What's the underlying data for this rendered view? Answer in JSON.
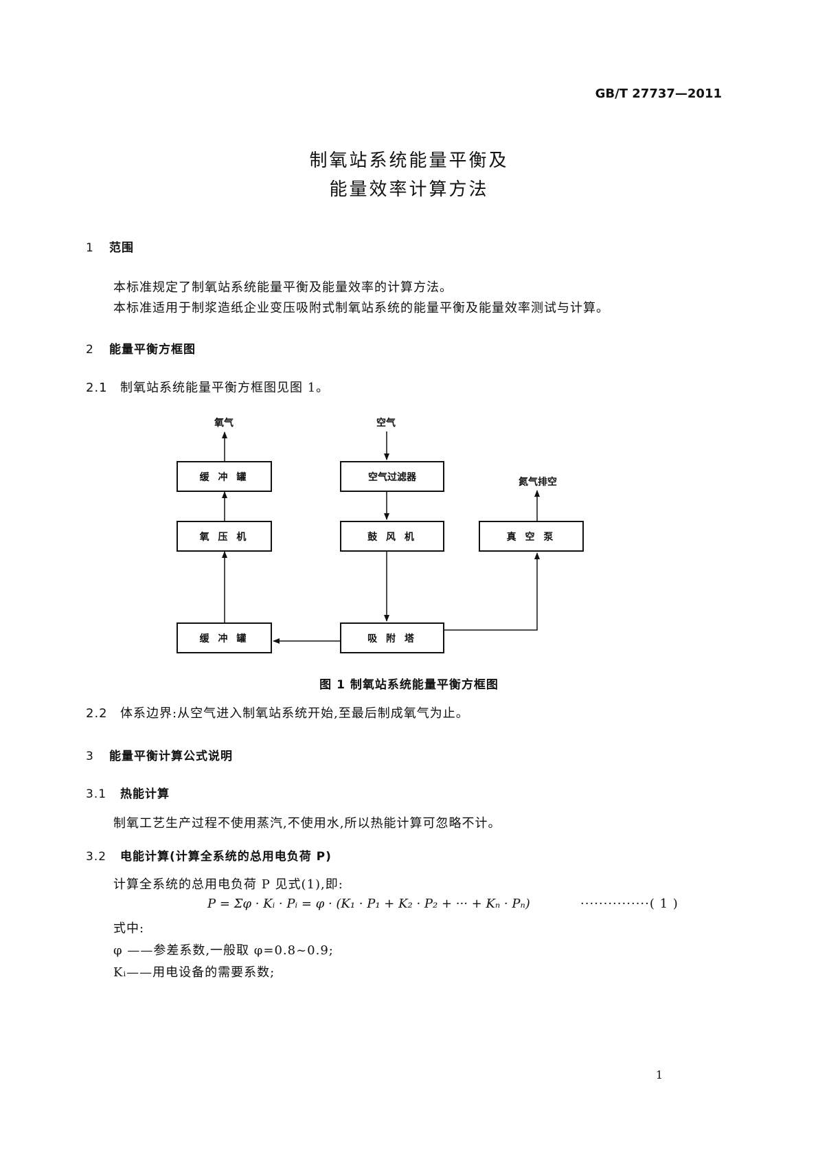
{
  "header": {
    "standard_no": "GB/T 27737—2011"
  },
  "title": {
    "line1": "制氧站系统能量平衡及",
    "line2": "能量效率计算方法"
  },
  "sections": {
    "s1": {
      "num": "1",
      "title": "范围",
      "p1": "本标准规定了制氧站系统能量平衡及能量效率的计算方法。",
      "p2": "本标准适用于制浆造纸企业变压吸附式制氧站系统的能量平衡及能量效率测试与计算。"
    },
    "s2": {
      "num": "2",
      "title": "能量平衡方框图",
      "s21_num": "2.1",
      "s21_text": "制氧站系统能量平衡方框图见图 1。",
      "s22_num": "2.2",
      "s22_text": "体系边界:从空气进入制氧站系统开始,至最后制成氧气为止。"
    },
    "s3": {
      "num": "3",
      "title": "能量平衡计算公式说明",
      "s31_num": "3.1",
      "s31_title": "热能计算",
      "s31_text": "制氧工艺生产过程不使用蒸汽,不使用水,所以热能计算可忽略不计。",
      "s32_num": "3.2",
      "s32_title": "电能计算(计算全系统的总用电负荷 P)",
      "s32_intro": "计算全系统的总用电负荷 P 见式(1),即:",
      "formula": "P = Σφ · Kᵢ · Pᵢ = φ · (K₁ · P₁ + K₂ · P₂ + ··· + Kₙ · Pₙ)",
      "formula_no": "···············( 1 )",
      "where": "式中:",
      "def1": "φ ——参差系数,一般取 φ=0.8~0.9;",
      "def2": "Kᵢ——用电设备的需要系数;"
    }
  },
  "figure": {
    "caption": "图 1   制氧站系统能量平衡方框图",
    "labels": {
      "oxygen": "氧气",
      "air": "空气",
      "nitrogen_vent": "氮气排空"
    },
    "boxes": {
      "buffer_top": "缓 冲 罐",
      "air_filter": "空气过滤器",
      "oxygen_compressor": "氧 压 机",
      "blower": "鼓 风 机",
      "vacuum_pump": "真 空 泵",
      "buffer_bottom": "缓 冲 罐",
      "adsorption_tower": "吸 附 塔"
    }
  },
  "footer": {
    "page": "1"
  }
}
